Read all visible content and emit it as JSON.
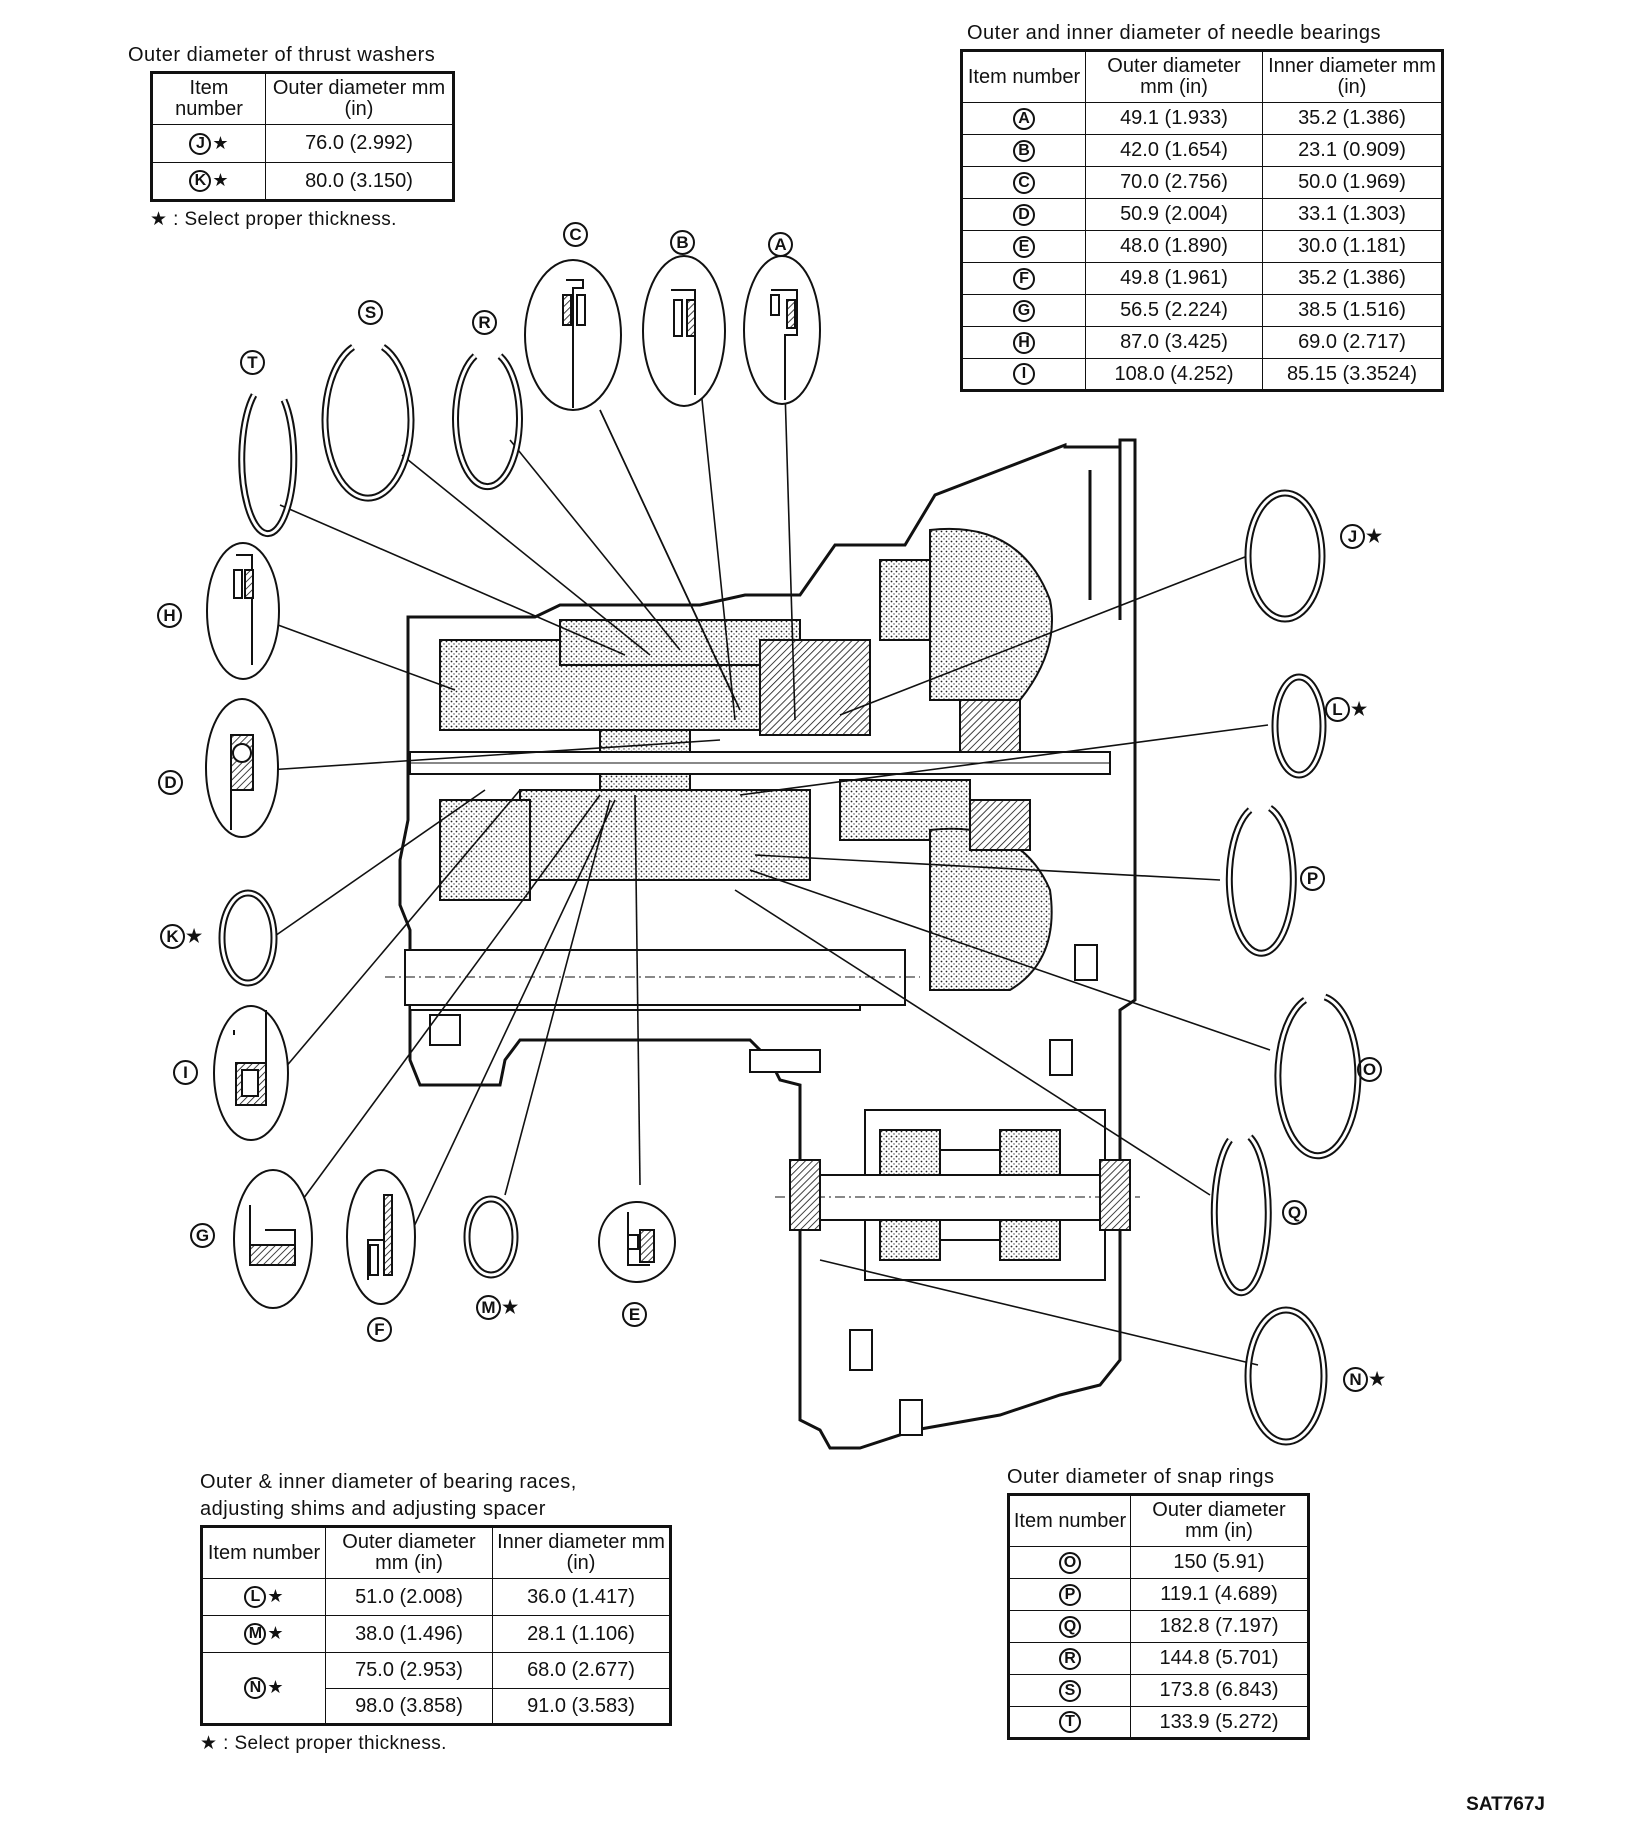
{
  "needle_bearings": {
    "caption": "Outer and inner diameter of needle bearings",
    "headers": [
      "Item number",
      "Outer diameter mm (in)",
      "Inner diameter mm (in)"
    ],
    "rows": [
      {
        "item": "A",
        "outer": "49.1 (1.933)",
        "inner": "35.2 (1.386)"
      },
      {
        "item": "B",
        "outer": "42.0 (1.654)",
        "inner": "23.1 (0.909)"
      },
      {
        "item": "C",
        "outer": "70.0 (2.756)",
        "inner": "50.0 (1.969)"
      },
      {
        "item": "D",
        "outer": "50.9 (2.004)",
        "inner": "33.1 (1.303)"
      },
      {
        "item": "E",
        "outer": "48.0 (1.890)",
        "inner": "30.0 (1.181)"
      },
      {
        "item": "F",
        "outer": "49.8 (1.961)",
        "inner": "35.2 (1.386)"
      },
      {
        "item": "G",
        "outer": "56.5 (2.224)",
        "inner": "38.5 (1.516)"
      },
      {
        "item": "H",
        "outer": "87.0 (3.425)",
        "inner": "69.0 (2.717)"
      },
      {
        "item": "I",
        "outer": "108.0 (4.252)",
        "inner": "85.15 (3.3524)"
      }
    ]
  },
  "thrust_washers": {
    "caption": "Outer diameter of thrust washers",
    "headers": [
      "Item number",
      "Outer diameter mm (in)"
    ],
    "rows": [
      {
        "item": "J",
        "star": "★",
        "outer": "76.0 (2.992)"
      },
      {
        "item": "K",
        "star": "★",
        "outer": "80.0 (3.150)"
      }
    ],
    "note": "★ : Select proper thickness."
  },
  "bearing_races": {
    "caption_line1": "Outer & inner diameter of bearing races,",
    "caption_line2": "adjusting shims and adjusting spacer",
    "headers": [
      "Item number",
      "Outer diameter mm (in)",
      "Inner diameter mm (in)"
    ],
    "rows": [
      {
        "item": "L",
        "star": "★",
        "outer": "51.0 (2.008)",
        "inner": "36.0 (1.417)"
      },
      {
        "item": "M",
        "star": "★",
        "outer": "38.0 (1.496)",
        "inner": "28.1 (1.106)"
      },
      {
        "item": "N",
        "star": "★",
        "outer": "75.0 (2.953)",
        "inner": "68.0 (2.677)",
        "outer2": "98.0 (3.858)",
        "inner2": "91.0 (3.583)"
      }
    ],
    "note": "★ : Select proper thickness."
  },
  "snap_rings": {
    "caption": "Outer diameter of snap rings",
    "headers": [
      "Item number",
      "Outer diameter mm (in)"
    ],
    "rows": [
      {
        "item": "O",
        "outer": "150 (5.91)"
      },
      {
        "item": "P",
        "outer": "119.1 (4.689)"
      },
      {
        "item": "Q",
        "outer": "182.8 (7.197)"
      },
      {
        "item": "R",
        "outer": "144.8 (5.701)"
      },
      {
        "item": "S",
        "outer": "173.8 (6.843)"
      },
      {
        "item": "T",
        "outer": "133.9 (5.272)"
      }
    ]
  },
  "callouts": {
    "A": "A",
    "B": "B",
    "C": "C",
    "D": "D",
    "E": "E",
    "F": "F",
    "G": "G",
    "H": "H",
    "I": "I",
    "J": "J",
    "K": "K",
    "L": "L",
    "M": "M",
    "N": "N",
    "O": "O",
    "P": "P",
    "Q": "Q",
    "R": "R",
    "S": "S",
    "T": "T",
    "star": "★"
  },
  "reference_code": "SAT767J"
}
